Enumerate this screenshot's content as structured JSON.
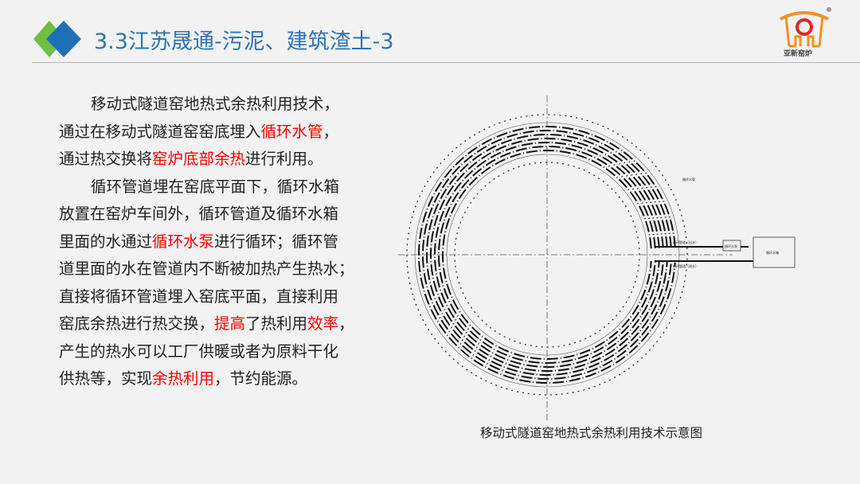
{
  "header": {
    "title": "3.3江苏晟通-污泥、建筑渣土-3",
    "logo_text": "亚新窑炉"
  },
  "body": {
    "lines": [
      {
        "indent": true,
        "segments": [
          {
            "text": "移动式隧道窑地热式余热利用技术，",
            "red": false
          }
        ]
      },
      {
        "indent": false,
        "segments": [
          {
            "text": "通过在移动式隧道窑窑底埋入",
            "red": false
          },
          {
            "text": "循环水管",
            "red": true
          },
          {
            "text": "，",
            "red": false
          }
        ]
      },
      {
        "indent": false,
        "segments": [
          {
            "text": "通过热交换将",
            "red": false
          },
          {
            "text": "窑炉底部余热",
            "red": true
          },
          {
            "text": "进行利用。",
            "red": false
          }
        ]
      },
      {
        "indent": true,
        "segments": [
          {
            "text": "循环管道埋在窑底平面下，循环水箱",
            "red": false
          }
        ]
      },
      {
        "indent": false,
        "segments": [
          {
            "text": "放置在窑炉车间外，循环管道及循环水箱",
            "red": false
          }
        ]
      },
      {
        "indent": false,
        "segments": [
          {
            "text": "里面的水通过",
            "red": false
          },
          {
            "text": "循环水泵",
            "red": true
          },
          {
            "text": "进行循环；循环管",
            "red": false
          }
        ]
      },
      {
        "indent": false,
        "segments": [
          {
            "text": "道里面的水在管道内不断被加热产生热水；",
            "red": false
          }
        ]
      },
      {
        "indent": false,
        "segments": [
          {
            "text": "直接将循环管道埋入窑底平面，直接利用",
            "red": false
          }
        ]
      },
      {
        "indent": false,
        "segments": [
          {
            "text": "窑底余热进行热交换，",
            "red": false
          },
          {
            "text": "提高",
            "red": true
          },
          {
            "text": "了热利用",
            "red": false
          },
          {
            "text": "效率",
            "red": true
          },
          {
            "text": "，",
            "red": false
          }
        ]
      },
      {
        "indent": false,
        "segments": [
          {
            "text": "产生的热水可以工厂供暖或者为原料干化",
            "red": false
          }
        ]
      },
      {
        "indent": false,
        "segments": [
          {
            "text": "供热等，实现",
            "red": false
          },
          {
            "text": "余热利用",
            "red": true
          },
          {
            "text": "，节约能源。",
            "red": false
          }
        ]
      }
    ]
  },
  "diagram": {
    "labels": {
      "pipe": "循环水管",
      "pipe_out": "循环管道（出水）",
      "pipe_in": "循环管道（进水）",
      "pump": "循环水泵",
      "tank": "循环水箱"
    },
    "caption": "移动式隧道窑地热式余热利用技术示意图"
  },
  "colors": {
    "title": "#2e74b5",
    "highlight": "#ff0000",
    "logo_orange": "#f0921e",
    "logo_red": "#e0262b"
  }
}
